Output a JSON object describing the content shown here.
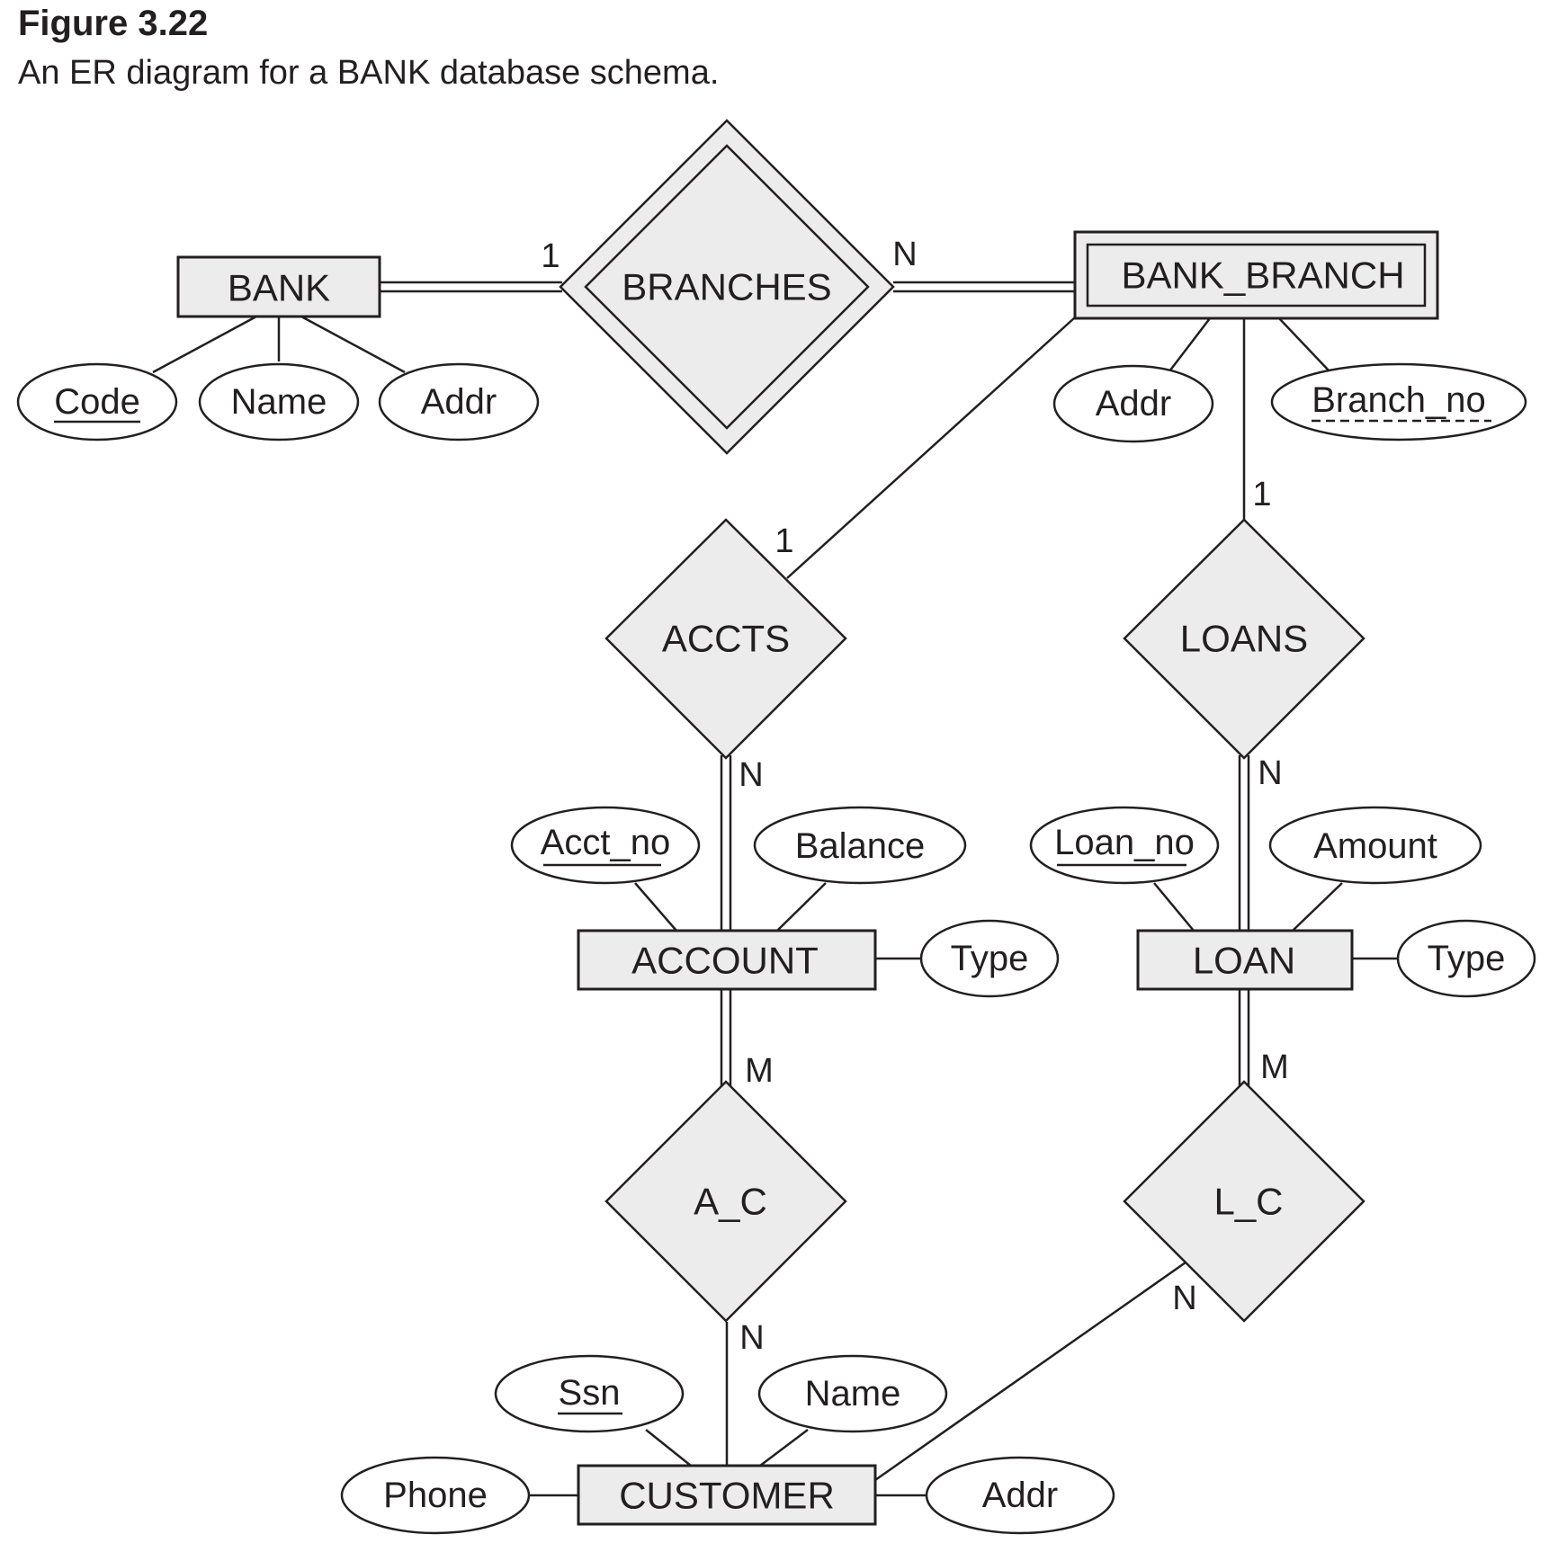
{
  "figure": {
    "title": "Figure 3.22",
    "caption": "An ER diagram for a BANK database schema."
  },
  "colors": {
    "box_fill": "#ececec",
    "stroke": "#231f20",
    "background": "#ffffff"
  },
  "entities": {
    "bank": "BANK",
    "bank_branch": "BANK_BRANCH",
    "account": "ACCOUNT",
    "loan": "LOAN",
    "customer": "CUSTOMER"
  },
  "relationships": {
    "branches": "BRANCHES",
    "accts": "ACCTS",
    "loans": "LOANS",
    "a_c": "A_C",
    "l_c": "L_C"
  },
  "attributes": {
    "bank": {
      "code": "Code",
      "name": "Name",
      "addr": "Addr"
    },
    "bank_branch": {
      "addr": "Addr",
      "branch_no": "Branch_no"
    },
    "account": {
      "acct_no": "Acct_no",
      "balance": "Balance",
      "type": "Type"
    },
    "loan": {
      "loan_no": "Loan_no",
      "amount": "Amount",
      "type": "Type"
    },
    "customer": {
      "ssn": "Ssn",
      "name": "Name",
      "phone": "Phone",
      "addr": "Addr"
    }
  },
  "cardinalities": {
    "bank_branches": "1",
    "branches_bank_branch": "N",
    "bank_branch_accts": "1",
    "accts_account": "N",
    "bank_branch_loans": "1",
    "loans_loan": "N",
    "account_a_c": "M",
    "a_c_customer": "N",
    "loan_l_c": "M",
    "l_c_customer": "N"
  }
}
